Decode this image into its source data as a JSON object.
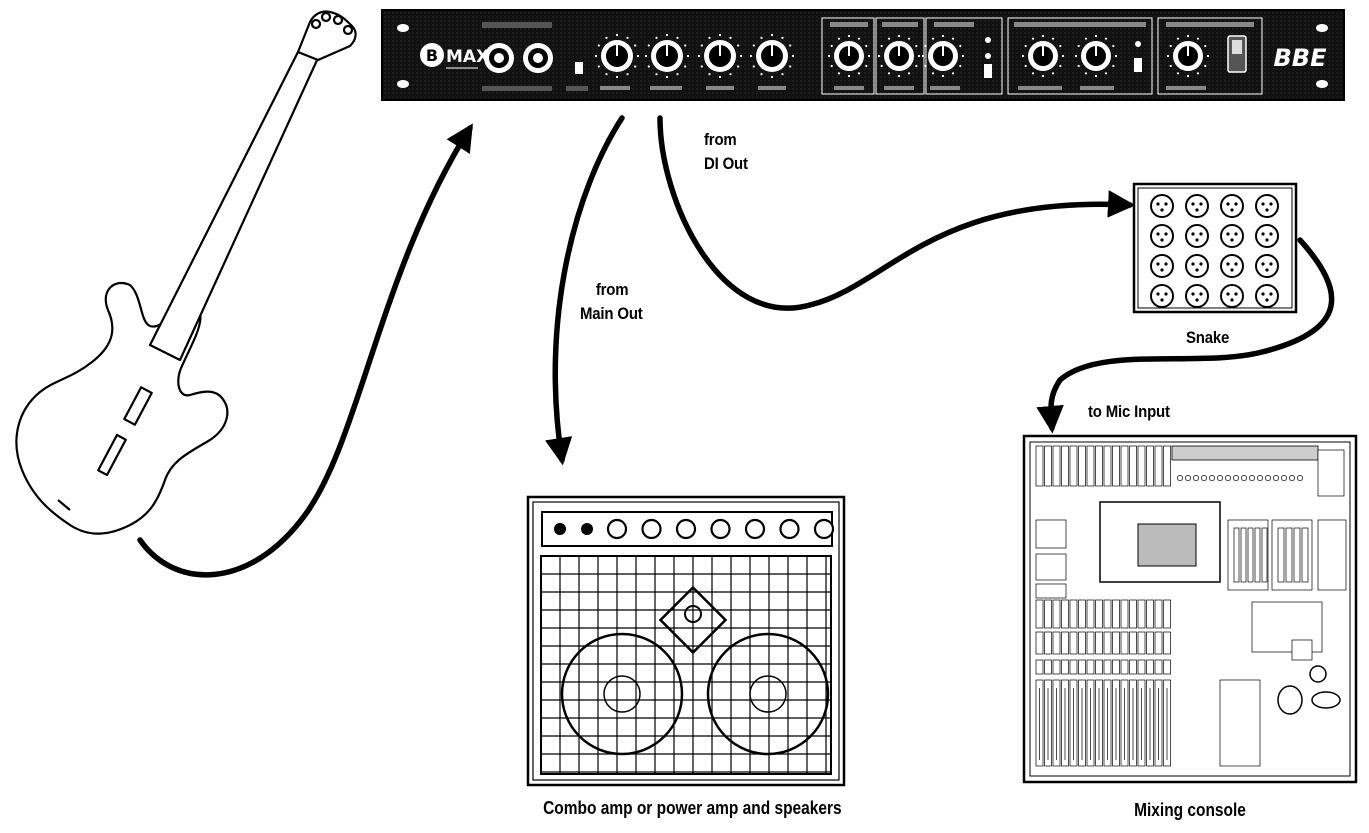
{
  "colors": {
    "ink": "#000000",
    "paper": "#ffffff",
    "panel": "#111111"
  },
  "processor": {
    "model_label": "MAX-T",
    "model_initial": "B",
    "brand": "BBE",
    "icons": [
      "knob-icon",
      "jack-icon",
      "switch-icon"
    ]
  },
  "labels": {
    "from_di_out": [
      "from",
      "DI Out"
    ],
    "from_main_out": [
      "from",
      "Main Out"
    ],
    "snake": "Snake",
    "to_mic_input": "to Mic Input",
    "combo_caption": "Combo amp or power amp and speakers",
    "mixer_caption": "Mixing console"
  }
}
